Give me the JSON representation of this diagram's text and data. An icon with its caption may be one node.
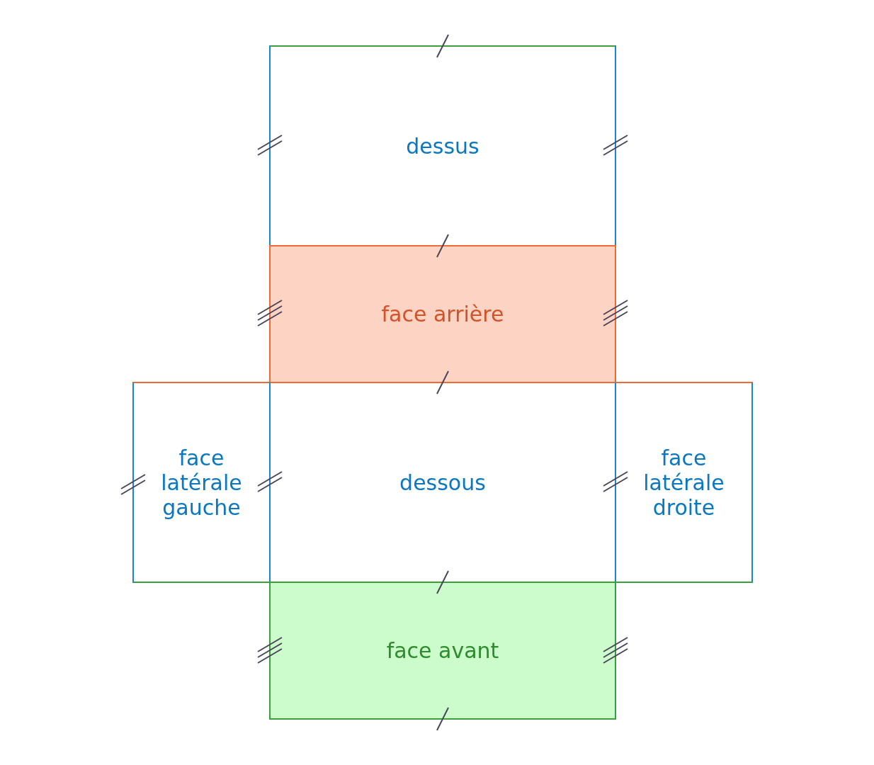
{
  "diagram": {
    "nodes": [
      {
        "text": [
          "dessus"
        ]
      },
      {
        "text": [
          "face arrière"
        ]
      },
      {
        "text": [
          "face latérale gauche"
        ]
      },
      {
        "text": [
          "dessous"
        ]
      },
      {
        "text": [
          "face latérale droite"
        ]
      },
      {
        "text": [
          "face avant"
        ]
      }
    ]
  }
}
